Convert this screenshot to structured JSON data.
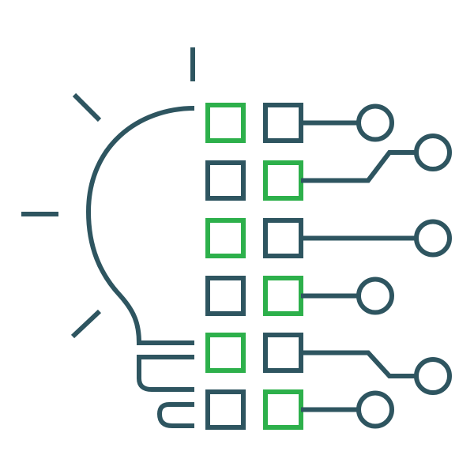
{
  "illustration": {
    "icon": "lightbulb-circuit-icon",
    "colors": {
      "dark": "#2E5560",
      "green": "#2DB04B",
      "background": "#ffffff"
    },
    "grid": {
      "rows": 6,
      "columns": 2,
      "cells": [
        [
          "green",
          "dark"
        ],
        [
          "dark",
          "green"
        ],
        [
          "green",
          "dark"
        ],
        [
          "dark",
          "green"
        ],
        [
          "green",
          "dark"
        ],
        [
          "dark",
          "green"
        ]
      ]
    },
    "connectors": [
      {
        "row": 0,
        "shape": "straight"
      },
      {
        "row": 1,
        "shape": "bent-up"
      },
      {
        "row": 2,
        "shape": "straight-long"
      },
      {
        "row": 3,
        "shape": "straight"
      },
      {
        "row": 4,
        "shape": "bent-down"
      },
      {
        "row": 5,
        "shape": "straight"
      }
    ]
  }
}
